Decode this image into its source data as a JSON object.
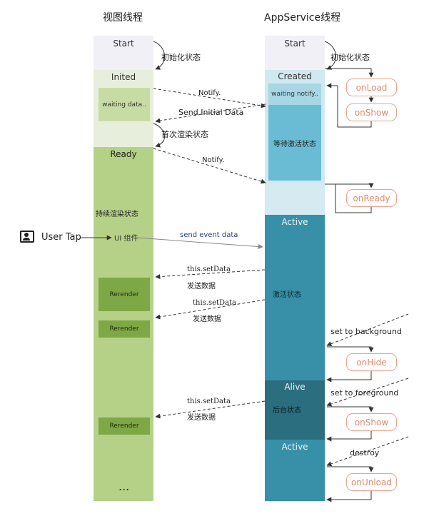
{
  "titles": {
    "view": "视图线程",
    "app": "AppService线程"
  },
  "view": {
    "start": "Start",
    "inited": "Inited",
    "waiting_data": "waiting data..",
    "ready": "Ready",
    "continuous_render": "持续渲染状态",
    "ui_component": "UI 组件",
    "rerender": [
      "Rerender",
      "Rerender",
      "Rerender"
    ],
    "ellipsis": "..."
  },
  "app": {
    "start": "Start",
    "created": "Created",
    "waiting_notify": "waiting notify..",
    "wait_activate": "等待激活状态",
    "active": "Active",
    "activated_state": "激活状态",
    "alive": "Alive",
    "background_state": "后台状态",
    "active2": "Active"
  },
  "lifecycle": [
    "onLoad",
    "onShow",
    "onReady",
    "onHide",
    "onShow",
    "onUnload"
  ],
  "messages": {
    "init_state": "初始化状态",
    "notify": "Notify.",
    "send_initial_data": "Send Initial Data",
    "first_render": "首次渲染状态",
    "notify2": "Notify.",
    "user_tap": "User Tap",
    "send_event_data": "send event data",
    "set_data": "this.setData",
    "send_data_cn": "发送数据",
    "set_to_background": "set to background",
    "set_to_foreground": "set to foreground",
    "destroy": "destroy"
  },
  "colors": {
    "start": "#f1f0f6",
    "view_inited": "#e7efdc",
    "view_waiting": "#c9dba5",
    "view_ready": "#b5d187",
    "view_rerender": "#7ea745",
    "app_created": "#d0e8ef",
    "app_waiting": "#a7d6e4",
    "app_wait_activate": "#69bcd4",
    "app_after_ready": "#d5eaf1",
    "app_active": "#3790a8",
    "app_alive": "#2b6e80",
    "lifecycle_border": "#e7a58e",
    "lifecycle_text": "#e08a70"
  }
}
